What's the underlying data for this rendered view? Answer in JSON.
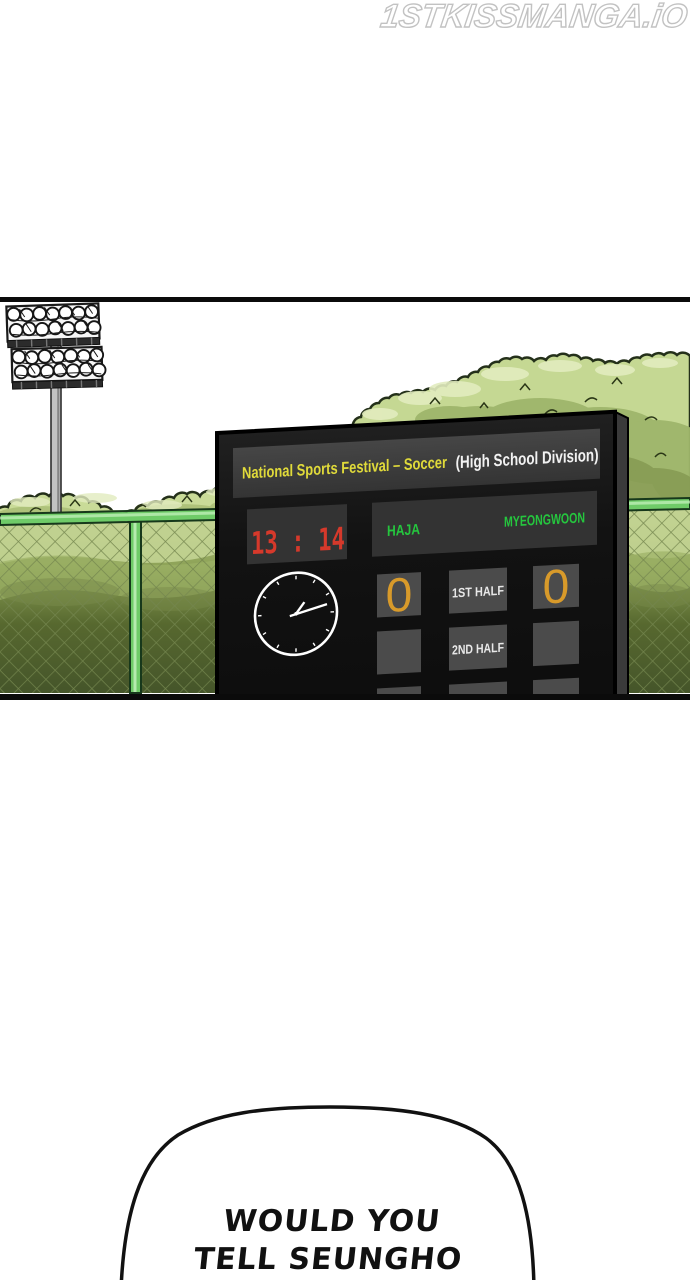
{
  "watermark": {
    "text": "1STKISSMANGA.iO"
  },
  "scene": {
    "scoreboard": {
      "title_main": "National Sports Festival – Soccer",
      "title_paren": "(High School Division)",
      "led_time": "13 : 14",
      "home_team": "HAJA",
      "away_team": "MYEONGWOON",
      "home_score": "0",
      "away_score": "0",
      "row1_label": "1ST HALF",
      "row2_label": "2ND HALF",
      "colors": {
        "title_yellow": "#e0da3a",
        "title_white": "#f2f2f2",
        "led_red": "#d6392b",
        "team_green": "#25c63e",
        "score_orange": "#d89a2a"
      }
    },
    "analog_clock": {
      "time": "13:14"
    },
    "fence": {
      "rail_green": "#6fcb68"
    }
  },
  "speech_bubble": {
    "line1": "WOULD YOU",
    "line2": "TELL SEUNGHO"
  }
}
